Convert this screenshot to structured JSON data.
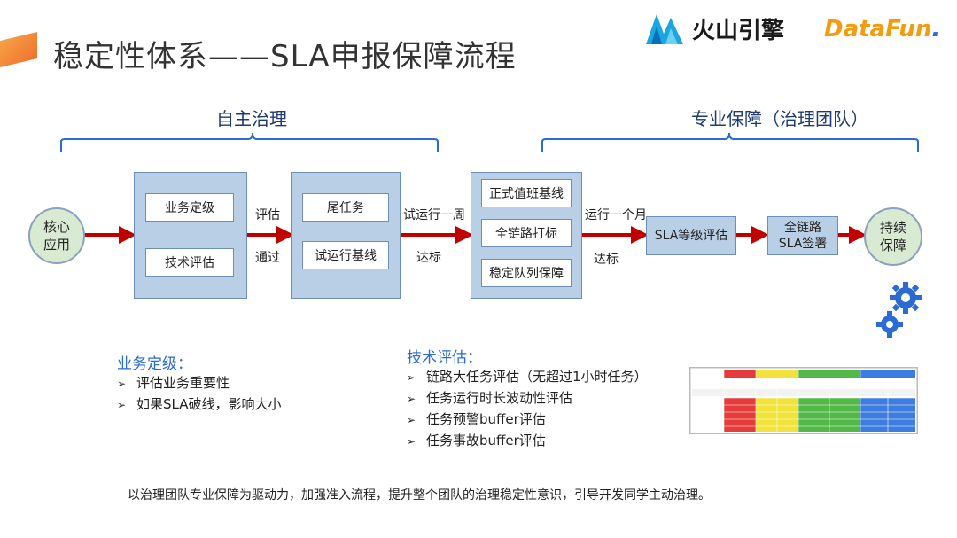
{
  "header": {
    "title": "稳定性体系——SLA申报保障流程",
    "logo_huoshan_text": "火山引擎",
    "logo_datafun_data": "DataFun",
    "logo_datafun_suffix": "."
  },
  "braces": {
    "left_label": "自主治理",
    "right_label": "专业保障（治理团队）"
  },
  "flow": {
    "start_circle": [
      "核心",
      "应用"
    ],
    "group1": {
      "items": [
        "业务定级",
        "技术评估"
      ]
    },
    "arrow1_top": "评估",
    "arrow1_bottom": "通过",
    "group2": {
      "items": [
        "尾任务",
        "试运行基线"
      ]
    },
    "arrow2_top": "试运行一周",
    "arrow2_bottom": "达标",
    "group3": {
      "items": [
        "正式值班基线",
        "全链路打标",
        "稳定队列保障"
      ]
    },
    "arrow3_top": "运行一个月",
    "arrow3_bottom": "达标",
    "sla_level": "SLA等级评估",
    "sla_sign": [
      "全链路",
      "SLA签署"
    ],
    "end_circle": [
      "持续",
      "保障"
    ]
  },
  "business_level": {
    "title": "业务定级：",
    "items": [
      "评估业务重要性",
      "如果SLA破线，影响大小"
    ]
  },
  "tech_eval": {
    "title": "技术评估：",
    "items": [
      "链路大任务评估（无超过1小时任务）",
      "任务运行时长波动性评估",
      "任务预警buffer评估",
      "任务事故buffer评估"
    ]
  },
  "footer": {
    "text": "以治理团队专业保障为驱动力，加强准入流程，提升整个团队的治理稳定性意识，引导开发同学主动治理。"
  },
  "colors": {
    "arrow": "#c00000",
    "brace": "#2a6bd6",
    "box_fill": "#b9cfe6",
    "circle_fill": "#d9ead3",
    "accent": "#ef6a2a",
    "gear": "#2a6bd6"
  },
  "icons": [
    "gear-icon",
    "arrow-right-icon",
    "bullet-arrow-icon",
    "mountain-logo-icon"
  ]
}
